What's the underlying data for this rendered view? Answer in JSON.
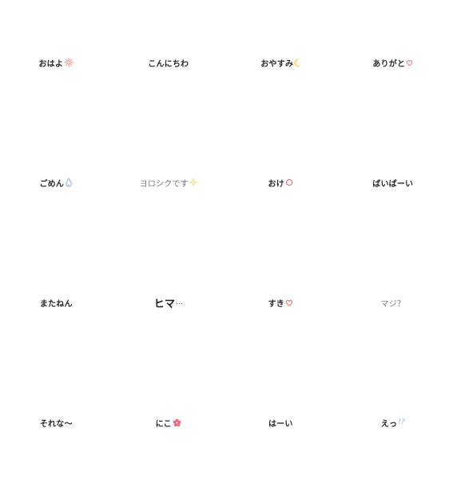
{
  "stickers": [
    {
      "text": "おはよ",
      "icon": "sun-icon",
      "color": "#e8776b"
    },
    {
      "text": "こんにちわ",
      "icon": "",
      "color": ""
    },
    {
      "text": "おやすみ",
      "icon": "moon-icon",
      "color": "#f2dc76"
    },
    {
      "text": "ありがと",
      "icon": "heart-icon",
      "color": "#e2707c"
    },
    {
      "text": "ごめん",
      "icon": "tear-drop-icon",
      "color": "#8eaedb"
    },
    {
      "text": "ヨロシクです",
      "icon": "sparkle-icon",
      "color": "#f2dc76"
    },
    {
      "text": "おけ",
      "icon": "circle-icon",
      "color": "#e2707c"
    },
    {
      "text": "ばいばーい",
      "icon": "",
      "color": ""
    },
    {
      "text": "またねん",
      "icon": "",
      "color": ""
    },
    {
      "text": "ヒマ",
      "suffix": "...",
      "icon": "",
      "color": ""
    },
    {
      "text": "すき",
      "icon": "heart-outline-icon",
      "color": "#e2707c"
    },
    {
      "text": "マジ？",
      "icon": "",
      "color": ""
    },
    {
      "text": "それな〜",
      "icon": "",
      "color": ""
    },
    {
      "text": "にこ",
      "icon": "flower-icon",
      "color": "#e2707c"
    },
    {
      "text": "はーい",
      "icon": "",
      "color": ""
    },
    {
      "text": "えっ",
      "suffix": "!?",
      "icon": "",
      "color": "#8eaedb"
    }
  ]
}
